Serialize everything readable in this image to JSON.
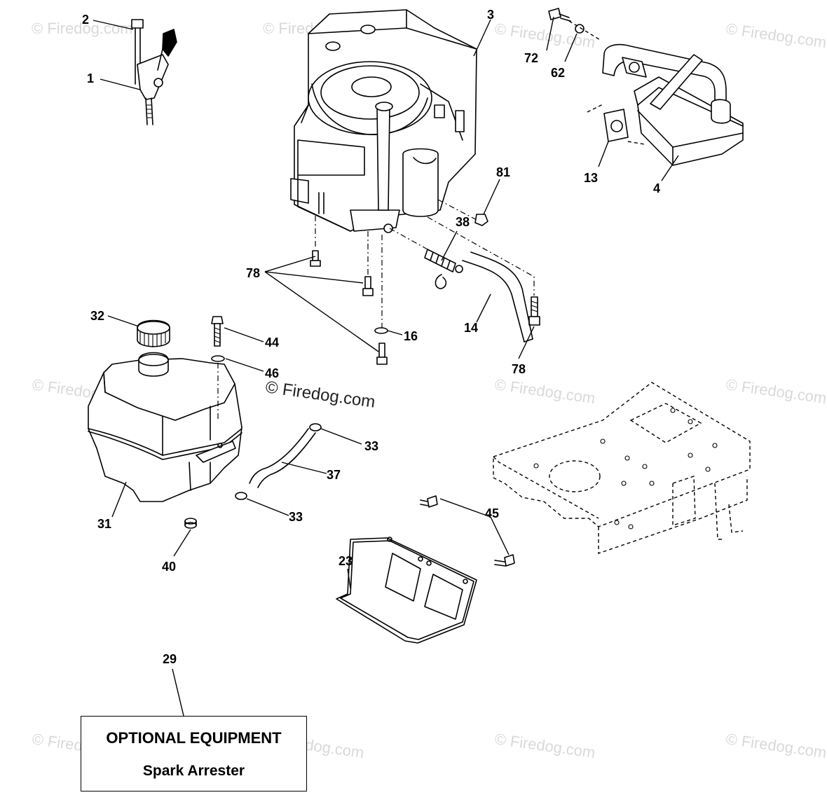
{
  "watermark": {
    "text": "© Firedog.com"
  },
  "callouts": {
    "c1": "1",
    "c2": "2",
    "c3": "3",
    "c4": "4",
    "c13": "13",
    "c14": "14",
    "c16": "16",
    "c23": "23",
    "c29": "29",
    "c31": "31",
    "c32": "32",
    "c33a": "33",
    "c33b": "33",
    "c37": "37",
    "c38": "38",
    "c40": "40",
    "c44": "44",
    "c45": "45",
    "c46": "46",
    "c62": "62",
    "c72": "72",
    "c78a": "78",
    "c78b": "78",
    "c81": "81"
  },
  "optional_box": {
    "title": "OPTIONAL EQUIPMENT",
    "subtitle": "Spark Arrester"
  }
}
